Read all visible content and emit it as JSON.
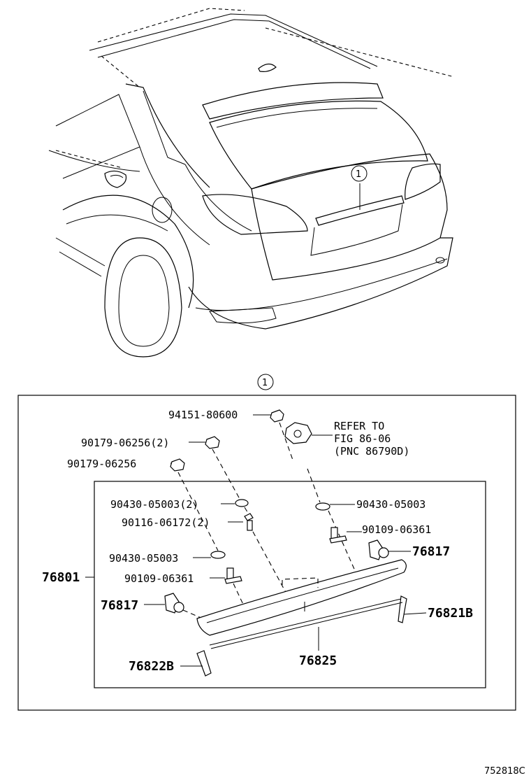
{
  "callout": {
    "number": "1"
  },
  "parts": {
    "p94151": "94151-80600",
    "p90179q": "90179-06256(2)",
    "p90179": "90179-06256",
    "p90430q": "90430-05003(2)",
    "p90430_right": "90430-05003",
    "p90116": "90116-06172(2)",
    "p90109_right": "90109-06361",
    "p90430_left": "90430-05003",
    "p90109_left": "90109-06361",
    "p76817_right": "76817",
    "p76817_left": "76817",
    "p76801": "76801",
    "p76821B": "76821B",
    "p76822B": "76822B",
    "p76825": "76825"
  },
  "refer": {
    "line1": "REFER TO",
    "line2": "FIG 86-06",
    "line3": "(PNC 86790D)"
  },
  "catalog_id": "752818C"
}
